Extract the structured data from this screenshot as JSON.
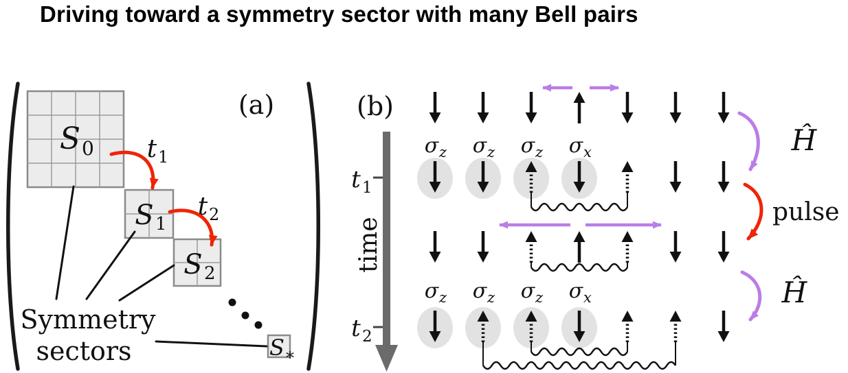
{
  "title": "Driving toward a symmetry sector with many Bell pairs",
  "colors": {
    "red": "#ee2506",
    "purple": "#bb7de6",
    "circle_gray": "#e2e2e2",
    "grid_fill": "#ececec",
    "grid_line": "#9c9c9c",
    "grid_border": "#8a8a8a",
    "axis_gray": "#6b6b6b"
  },
  "panel_a": {
    "label": "(a)",
    "sectors": [
      {
        "base": "S",
        "sub": "0"
      },
      {
        "base": "S",
        "sub": "1"
      },
      {
        "base": "S",
        "sub": "2"
      },
      {
        "base": "S",
        "sub": "*"
      }
    ],
    "hops": [
      {
        "base": "t",
        "sub": "1"
      },
      {
        "base": "t",
        "sub": "2"
      }
    ],
    "annotation": {
      "line1": "Symmetry",
      "line2": "sectors"
    }
  },
  "panel_b": {
    "label": "(b)",
    "axis": {
      "label": "time",
      "ticks": [
        {
          "base": "t",
          "sub": "1"
        },
        {
          "base": "t",
          "sub": "2"
        }
      ]
    },
    "hamiltonian_label": "Ĥ",
    "pulse_label": "pulse",
    "operators": [
      {
        "base": "σ",
        "sub": "z"
      },
      {
        "base": "σ",
        "sub": "z"
      },
      {
        "base": "σ",
        "sub": "z"
      },
      {
        "base": "σ",
        "sub": "x"
      }
    ],
    "spin_rows": [
      {
        "name": "initial",
        "spins": [
          "down",
          "down",
          "down",
          "up",
          "down",
          "down",
          "down"
        ],
        "measured_sites": [],
        "dotted_sites": [],
        "bell_pairs": []
      },
      {
        "name": "after-measurement-t1",
        "spins": [
          "down",
          "down",
          "up",
          "down",
          "up",
          "down",
          "down"
        ],
        "measured_sites": [
          0,
          1,
          2,
          3
        ],
        "dotted_sites": [
          2,
          4
        ],
        "bell_pairs": [
          [
            2,
            4
          ]
        ]
      },
      {
        "name": "after-pulse",
        "spins": [
          "down",
          "down",
          "up",
          "up",
          "up",
          "down",
          "down"
        ],
        "measured_sites": [],
        "dotted_sites": [
          2,
          4
        ],
        "bell_pairs": [
          [
            2,
            4
          ]
        ]
      },
      {
        "name": "after-measurement-t2",
        "spins": [
          "down",
          "up",
          "up",
          "down",
          "up",
          "up",
          "down"
        ],
        "measured_sites": [
          0,
          1,
          2,
          3
        ],
        "dotted_sites": [
          1,
          2,
          4,
          5
        ],
        "bell_pairs": [
          [
            2,
            4
          ],
          [
            1,
            5
          ]
        ]
      }
    ]
  }
}
